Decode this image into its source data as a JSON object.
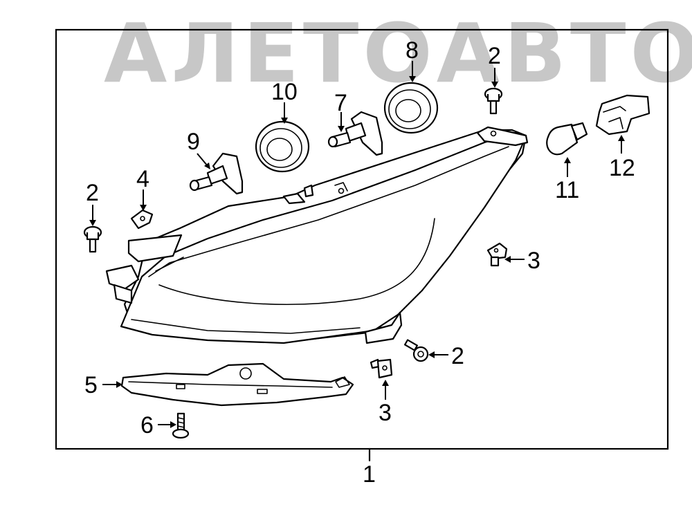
{
  "watermark": {
    "text": "АЛЕТОАВТО"
  },
  "callouts": [
    {
      "id": "1",
      "label": "1"
    },
    {
      "id": "2a",
      "label": "2"
    },
    {
      "id": "2b",
      "label": "2"
    },
    {
      "id": "2c",
      "label": "2"
    },
    {
      "id": "3a",
      "label": "3"
    },
    {
      "id": "3b",
      "label": "3"
    },
    {
      "id": "4",
      "label": "4"
    },
    {
      "id": "5",
      "label": "5"
    },
    {
      "id": "6",
      "label": "6"
    },
    {
      "id": "7",
      "label": "7"
    },
    {
      "id": "8",
      "label": "8"
    },
    {
      "id": "9",
      "label": "9"
    },
    {
      "id": "10",
      "label": "10"
    },
    {
      "id": "11",
      "label": "11"
    },
    {
      "id": "12",
      "label": "12"
    }
  ],
  "colors": {
    "line": "#000000",
    "background": "#ffffff",
    "watermark": "#9a9a9a"
  }
}
